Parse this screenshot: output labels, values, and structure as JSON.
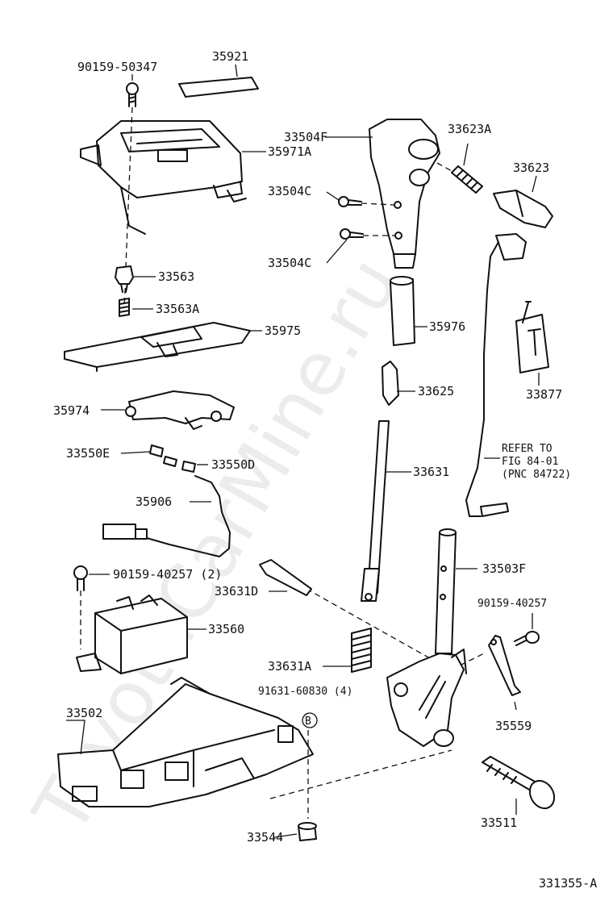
{
  "watermark": "ToyotaCarMine.ru",
  "figure_id": "331355-A",
  "callout_circle": "B",
  "labels": {
    "p90159_50347": "90159-50347",
    "p35921": "35921",
    "p35971A": "35971A",
    "p33563": "33563",
    "p33563A": "33563A",
    "p35975": "35975",
    "p35974": "35974",
    "p33550E": "33550E",
    "p33550D": "33550D",
    "p35906": "35906",
    "p90159_40257_2": "90159-40257 (2)",
    "p33560": "33560",
    "p33502": "33502",
    "p91631_60830": "91631-60830 (4)",
    "p33544": "33544",
    "p33504F": "33504F",
    "p33504C_top": "33504C",
    "p33504C_bottom": "33504C",
    "p35976": "35976",
    "p33625": "33625",
    "p33631": "33631",
    "p33631D": "33631D",
    "p33631A": "33631A",
    "p33623A": "33623A",
    "p33623": "33623",
    "p33877": "33877",
    "refer_line1": "REFER TO",
    "refer_line2": "FIG 84-01",
    "refer_line3": "(PNC 84722)",
    "p33503F": "33503F",
    "p90159_40257": "90159-40257",
    "p35559": "35559",
    "p33511": "33511"
  }
}
